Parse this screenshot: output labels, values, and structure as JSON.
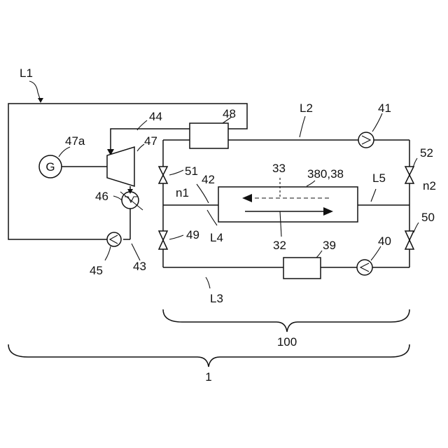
{
  "labels": {
    "L1": "L1",
    "L2": "L2",
    "L3": "L3",
    "L4": "L4",
    "L5": "L5",
    "n1": "n1",
    "n2": "n2",
    "c1": "1",
    "c100": "100",
    "c32": "32",
    "c33": "33",
    "c38": "380,38",
    "c39": "39",
    "c40": "40",
    "c41": "41",
    "c42": "42",
    "c43": "43",
    "c44": "44",
    "c45": "45",
    "c46": "46",
    "c47": "47",
    "c47a": "47a",
    "c48": "48",
    "c49": "49",
    "c50": "50",
    "c51": "51",
    "c52": "52",
    "generator": "G"
  }
}
